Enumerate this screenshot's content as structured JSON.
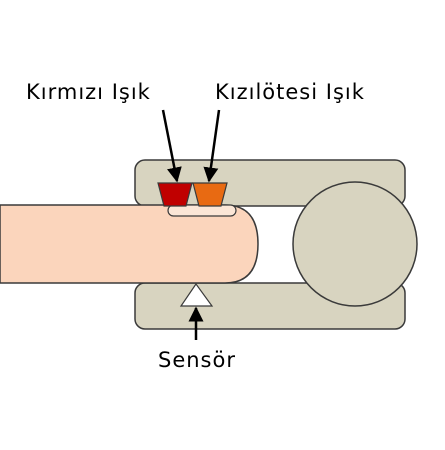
{
  "labels": {
    "red_light": "Kırmızı Işık",
    "infrared_light": "Kızılötesi Işık",
    "sensor": "Sensör"
  },
  "colors": {
    "background": "#ffffff",
    "clip_body": "#d8d4c0",
    "clip_outline": "#3a3a3a",
    "finger": "#fbd5bc",
    "fingernail": "#fbe6d6",
    "red_led": "#c00000",
    "infrared_led": "#e86a12",
    "sensor": "#ffffff",
    "arrow": "#000000"
  },
  "icons": {
    "red_light_source": "red-trapezoid-led",
    "infrared_light_source": "orange-trapezoid-led",
    "sensor": "white-triangle-photodetector",
    "hinge": "circle-hinge"
  }
}
